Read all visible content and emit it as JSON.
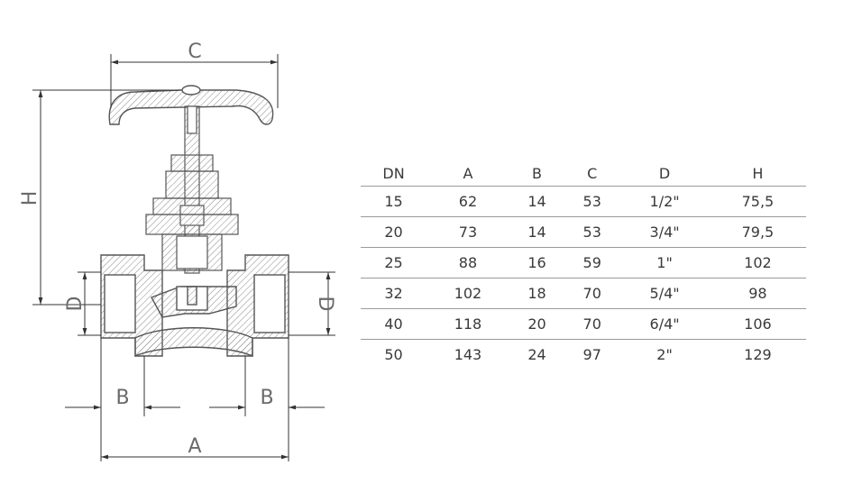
{
  "drawing": {
    "labels": {
      "c": "C",
      "h": "H",
      "d_left": "D",
      "d_right": "D",
      "b_left": "B",
      "b_right": "B",
      "a": "A"
    }
  },
  "table": {
    "headers": [
      "DN",
      "A",
      "B",
      "C",
      "D",
      "H"
    ],
    "rows": [
      [
        "15",
        "62",
        "14",
        "53",
        "1/2\"",
        "75,5"
      ],
      [
        "20",
        "73",
        "14",
        "53",
        "3/4\"",
        "79,5"
      ],
      [
        "25",
        "88",
        "16",
        "59",
        "1\"",
        "102"
      ],
      [
        "32",
        "102",
        "18",
        "70",
        "5/4\"",
        "98"
      ],
      [
        "40",
        "118",
        "20",
        "70",
        "6/4\"",
        "106"
      ],
      [
        "50",
        "143",
        "24",
        "97",
        "2\"",
        "129"
      ]
    ]
  },
  "colors": {
    "line": "#555555",
    "hatch": "#8a8a8a",
    "text": "#3a3a3a"
  }
}
